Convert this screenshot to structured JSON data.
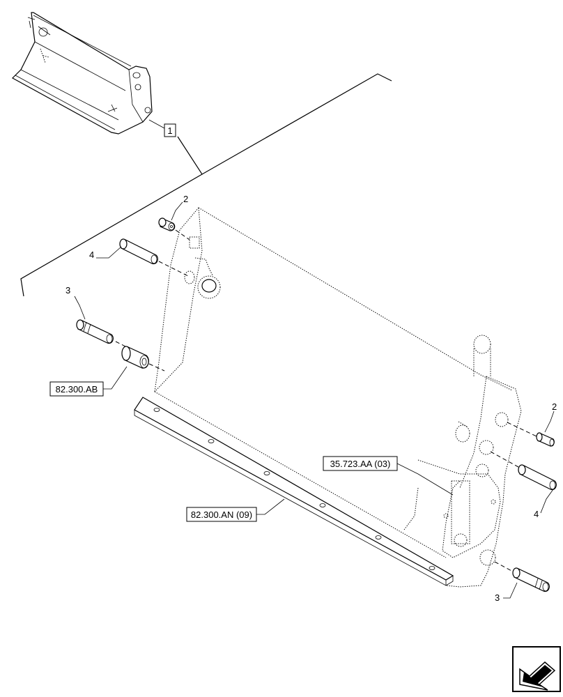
{
  "callouts": {
    "ref_1": "1",
    "item_2_top": "2",
    "item_4_top": "4",
    "item_3_top": "3",
    "item_2_right": "2",
    "item_4_right": "4",
    "item_3_right": "3",
    "ref_82_300_ab": "82.300.AB",
    "ref_35_723_aa": "35.723.AA (03)",
    "ref_82_300_an": "82.300.AN (09)"
  },
  "icons": {
    "navigation": "next-page-arrow-icon"
  }
}
